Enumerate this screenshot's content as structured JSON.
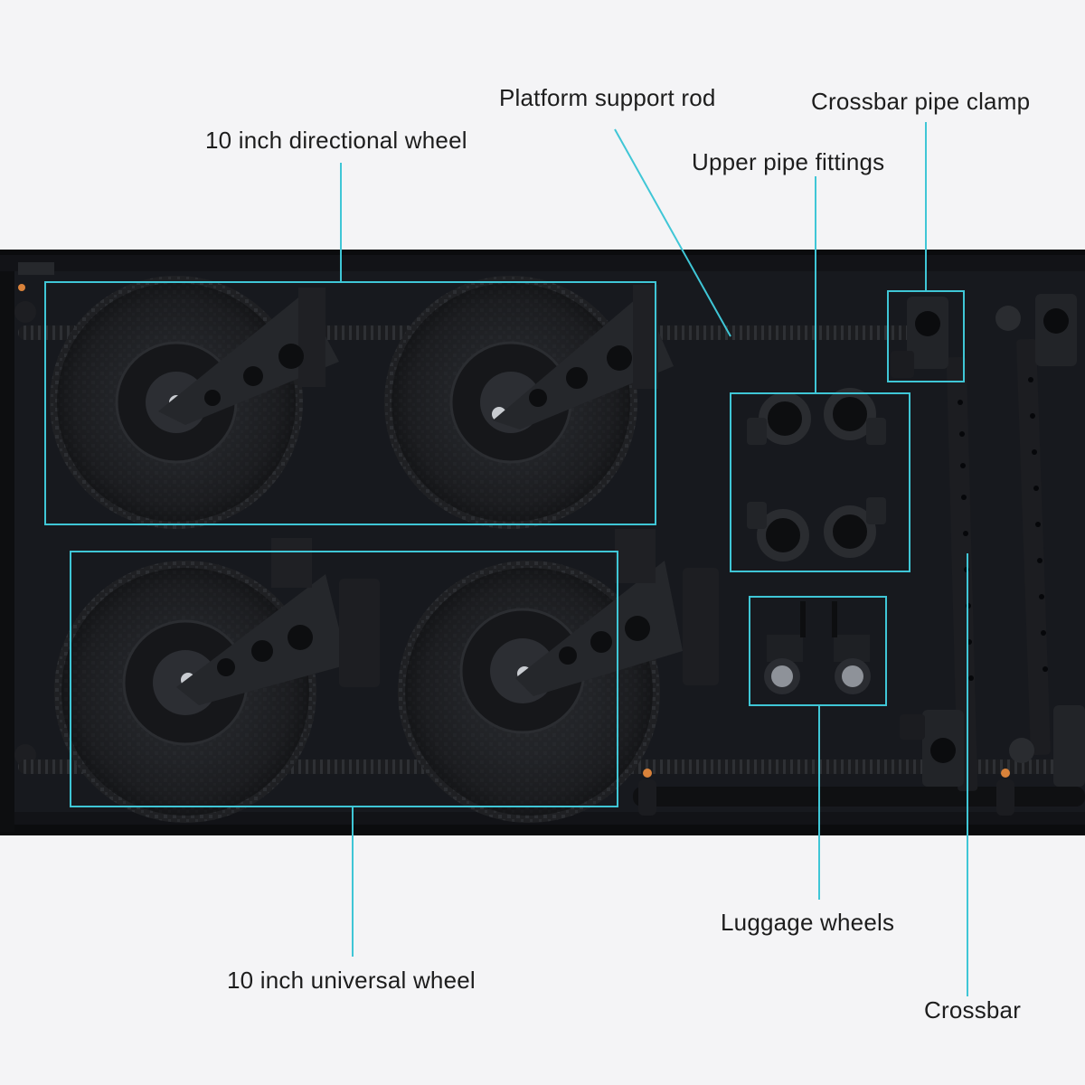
{
  "accent_color": "#3fc6d6",
  "callouts": {
    "platform_support_rod": "Platform support rod",
    "crossbar_pipe_clamp": "Crossbar pipe clamp",
    "directional_wheel": "10 inch directional wheel",
    "upper_pipe_fittings": "Upper pipe fittings",
    "luggage_wheels": "Luggage wheels",
    "universal_wheel": "10 inch universal wheel",
    "crossbar": "Crossbar"
  }
}
